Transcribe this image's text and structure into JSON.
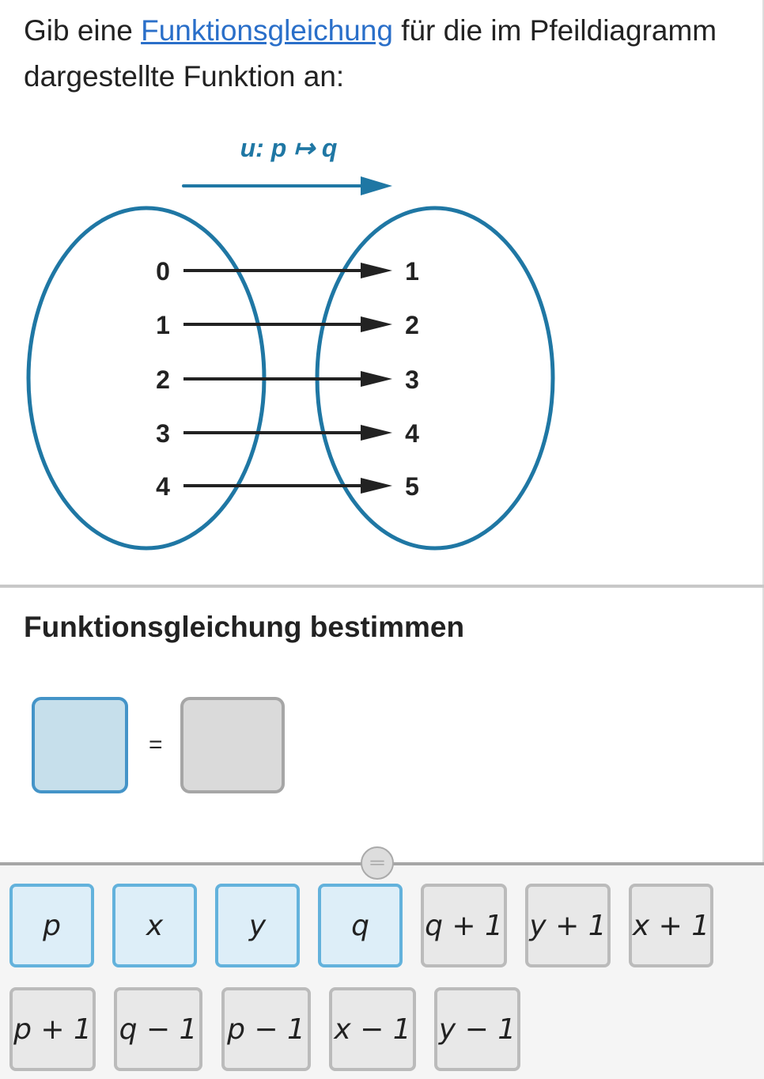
{
  "question": {
    "prefix": "Gib eine ",
    "link": "Funktionsgleichung",
    "suffix": " für die im Pfeildiagramm dargestellte Funktion an:"
  },
  "diagram": {
    "title": "u: p ↦ q",
    "domain": [
      "0",
      "1",
      "2",
      "3",
      "4"
    ],
    "codomain": [
      "1",
      "2",
      "3",
      "4",
      "5"
    ],
    "color": "#1f77a4"
  },
  "section_title": "Funktionsgleichung bestimmen",
  "equation": {
    "equals": "="
  },
  "handle_icon": "drag-handle",
  "tiles": [
    {
      "label": "p",
      "style": "blue"
    },
    {
      "label": "x",
      "style": "blue"
    },
    {
      "label": "y",
      "style": "blue"
    },
    {
      "label": "q",
      "style": "blue"
    },
    {
      "label": "q + 1",
      "style": "gray"
    },
    {
      "label": "y + 1",
      "style": "gray"
    },
    {
      "label": "x + 1",
      "style": "gray"
    },
    {
      "label": "p + 1",
      "style": "gray"
    },
    {
      "label": "q − 1",
      "style": "gray"
    },
    {
      "label": "p − 1",
      "style": "gray"
    },
    {
      "label": "x − 1",
      "style": "gray"
    },
    {
      "label": "y − 1",
      "style": "gray"
    }
  ]
}
